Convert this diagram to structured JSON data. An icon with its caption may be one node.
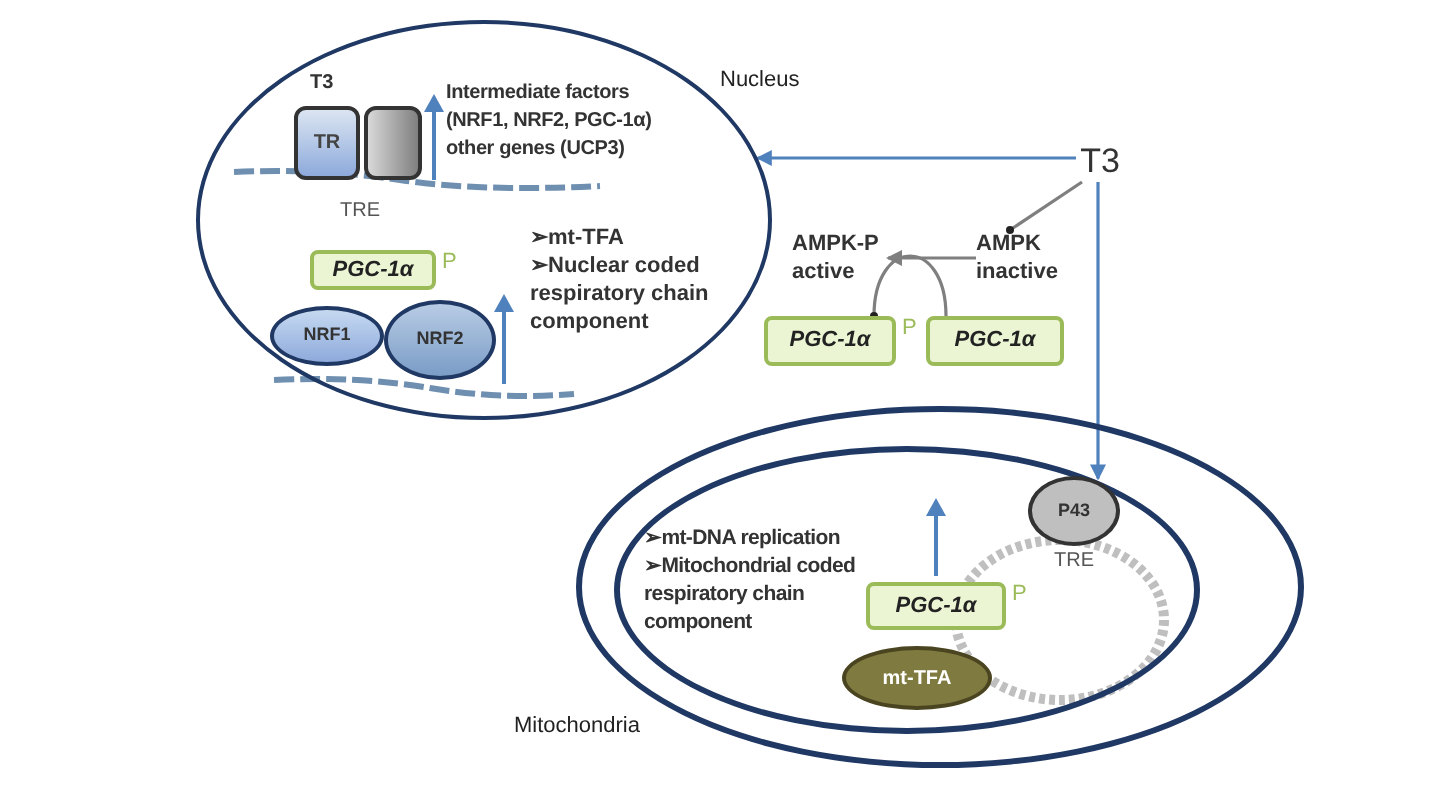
{
  "diagram": {
    "nodes": [
      {
        "text": [
          "Nucleus"
        ]
      },
      {
        "text": [
          "TR"
        ],
        "in": 0
      },
      {
        "text": [],
        "shape": "box",
        "in": 0
      },
      {
        "text": [
          "PGC-1α"
        ],
        "beside": [
          "P"
        ],
        "in": 0
      },
      {
        "text": [
          "NRF1"
        ],
        "in": 0
      },
      {
        "text": [
          "NRF2"
        ],
        "in": 0
      },
      {
        "text": [
          "T3"
        ]
      },
      {
        "text": [
          "AMPK-P active"
        ]
      },
      {
        "text": [
          "AMPK inactive"
        ]
      },
      {
        "text": [
          "PGC-1α"
        ],
        "beside": [
          "P"
        ]
      },
      {
        "text": [
          "PGC-1α"
        ]
      },
      {
        "text": [
          "Mitochondria"
        ]
      },
      {
        "text": [],
        "shape": "ellipse",
        "in": 11
      },
      {
        "text": [
          "P43"
        ],
        "in": 12
      },
      {
        "text": [
          "PGC-1α"
        ],
        "beside": [
          "P"
        ],
        "in": 12
      },
      {
        "text": [
          "mt-TFA"
        ],
        "in": 12
      }
    ],
    "edges": [
      {
        "from": 6,
        "to": 0,
        "arrow": "to",
        "color": "#4f81bd"
      },
      {
        "from": 6,
        "to": 8,
        "arrow": "other"
      },
      {
        "from": 8,
        "to": 7,
        "arrow": "to"
      },
      {
        "from": 10,
        "to": 9,
        "arrow": "other"
      },
      {
        "from": 6,
        "to": 13,
        "arrow": "to",
        "color": "#4f81bd"
      }
    ],
    "labels": [
      "T3",
      "Intermediate factors (NRF1, NRF2, PGC-1α) other genes (UCP3)",
      "TRE",
      "➢mt-TFA",
      "➢Nuclear coded respiratory chain component",
      "➢mt-DNA replication",
      "➢Mitochondrial coded respiratory chain component",
      "TRE"
    ]
  }
}
